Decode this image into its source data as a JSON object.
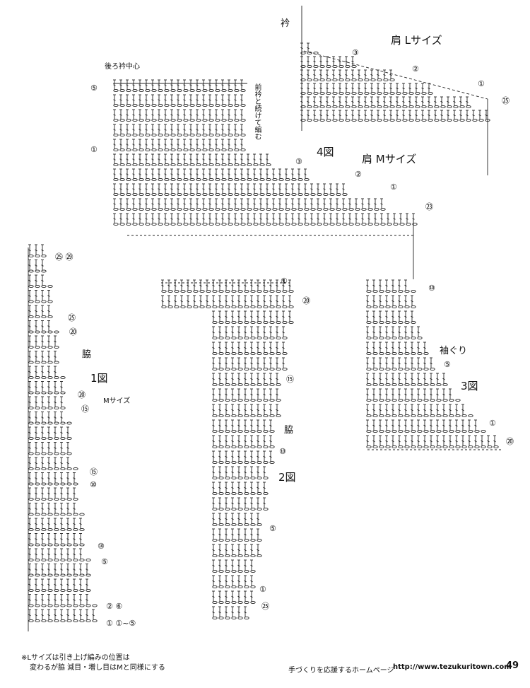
{
  "labels": {
    "collar": "衿",
    "shoulder_l": "肩 Lサイズ",
    "back_collar_center": "後ろ衿中心",
    "front_continue": "前衿と続けて編む",
    "fig4": "4図",
    "shoulder_m": "肩 Mサイズ",
    "side_fig1": "脇",
    "fig1": "1図",
    "m_size": "Mサイズ",
    "side_fig2": "脇",
    "fig2": "2図",
    "armhole": "袖ぐり",
    "fig3": "3図"
  },
  "row_markers": {
    "fig4_left_top": "⑤",
    "fig4_left_mid": "①",
    "fig4_l_3": "③",
    "fig4_l_2": "②",
    "fig4_l_1": "①",
    "fig4_l_25": "㉕",
    "fig4_m_3": "③",
    "fig4_m_2": "②",
    "fig4_m_1": "①",
    "fig4_m_23": "㉓",
    "fig1_a": "㉕ ㉙",
    "fig1_b": "㉕",
    "fig1_c": "⑳",
    "fig1_d": "⑳",
    "fig1_e": "⑮",
    "fig1_f": "⑮",
    "fig1_g": "⑩",
    "fig1_h": "⑩",
    "fig1_i": "⑤",
    "fig1_j": "② ⑥",
    "fig1_k": "① ①~⑤",
    "fig2_a": "①",
    "fig2_b": "⑳",
    "fig2_c": "⑮",
    "fig2_d": "⑩",
    "fig2_e": "⑤",
    "fig2_f": "①",
    "fig2_g": "㉕",
    "fig3_a": "⑩",
    "fig3_b": "⑤",
    "fig3_c": "①",
    "fig3_d": "⑳"
  },
  "footer": {
    "note_line1": "※Lサイズは引き上げ編みの位置は",
    "note_line2": "変わるが脇 減目・増し目はMと同様にする",
    "site_text": "手づくりを応援するホームページ",
    "url": "http://www.tezukuritown.com",
    "page_number": "49"
  }
}
